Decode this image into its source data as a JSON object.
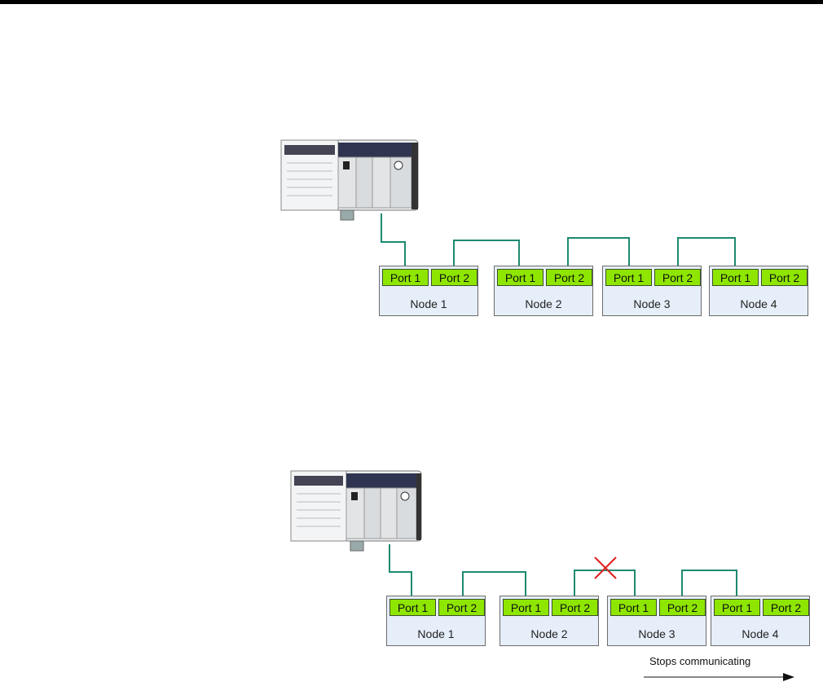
{
  "port_labels": {
    "port1": "Port 1",
    "port2": "Port 2"
  },
  "diagram_top": {
    "nodes": [
      "Node 1",
      "Node 2",
      "Node 3",
      "Node 4"
    ]
  },
  "diagram_bottom": {
    "nodes": [
      "Node 1",
      "Node 2",
      "Node 3",
      "Node 4"
    ],
    "status_note": "Stops communicating"
  },
  "colors": {
    "cable": "#1f8a70",
    "port_fill": "#8ee600",
    "node_fill": "#e6eef9",
    "break_mark": "#e02020"
  },
  "icons": [
    "controller-chassis-icon",
    "cable-break-x-icon",
    "direction-arrow-icon"
  ]
}
